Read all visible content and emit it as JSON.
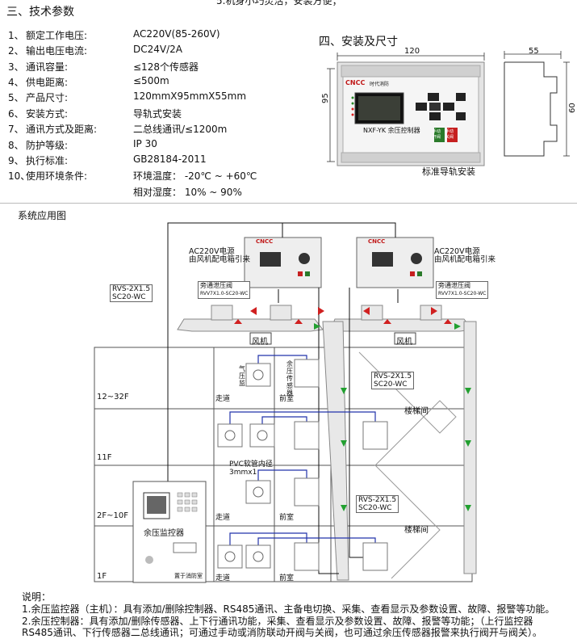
{
  "header": {
    "top_fragment": "5.机身小巧灵活，安装方便；",
    "section3_title": "三、技术参数",
    "section4_title": "四、安装及尺寸",
    "system_title": "系统应用图"
  },
  "specs": [
    {
      "num": "1、",
      "label": "额定工作电压:",
      "value": "AC220V(85-260V)"
    },
    {
      "num": "2、",
      "label": "输出电压电流:",
      "value": "DC24V/2A"
    },
    {
      "num": "3、",
      "label": "通讯容量:",
      "value": "≤128个传感器"
    },
    {
      "num": "4、",
      "label": "供电距离:",
      "value": "≤500m"
    },
    {
      "num": "5、",
      "label": "产品尺寸:",
      "value": "120mmX95mmX55mm"
    },
    {
      "num": "6、",
      "label": "安装方式:",
      "value": "导轨式安装"
    },
    {
      "num": "7、",
      "label": "通讯方式及距离:",
      "value": "二总线通讯/≤1200m"
    },
    {
      "num": "8、",
      "label": "防护等级:",
      "value": "IP 30"
    },
    {
      "num": "9、",
      "label": "执行标准:",
      "value": "GB28184-2011"
    },
    {
      "num": "10、",
      "label": "使用环境条件:",
      "value": "环境温度： -20℃ ~ +60℃"
    }
  ],
  "spec_extra": "相对湿度： 10% ~ 90%",
  "install": {
    "width_label": "120",
    "height_label": "95",
    "depth_label": "55",
    "side_height_label": "60",
    "caption": "标准导轨安装",
    "brand": "CNCC",
    "brand_sub": "时代消防",
    "device_name": "NXF-YK 余压控制器",
    "btn_auto": "手动开阀",
    "btn_close": "手动关阀"
  },
  "diagram": {
    "power_left": "AC220V电源",
    "power_left2": "由风机配电箱引来",
    "power_right": "AC220V电源",
    "power_right2": "由风机配电箱引来",
    "cable_left_1": "RVS-2X1.5",
    "cable_left_2": "SC20-WC",
    "valve_left": "旁通泄压阀",
    "valve_left_cable": "RVV7X1.0-SC20-WC",
    "valve_right": "旁通泄压阀",
    "valve_right_cable": "RVV7X1.0-SC20-WC",
    "fan_left": "风机",
    "fan_right": "风机",
    "sensor_label": "气压监",
    "sensor_label2": "余压传感器",
    "floor_top": "12~32F",
    "floor_11": "11F",
    "floor_2": "2F~10F",
    "floor_1": "1F",
    "corridor": "走道",
    "front_room": "前室",
    "stairwell": "楼梯间",
    "cable_mid_1": "RVS-2X1.5",
    "cable_mid_2": "SC20-WC",
    "pvc_1": "PVC软管内径",
    "pvc_2": "3mmx1",
    "cable_low_1": "RVS-2X1.5",
    "cable_low_2": "SC20-WC",
    "monitor": "余压监控器",
    "monitor_note": "置于消防室"
  },
  "notes": {
    "title": "说明：",
    "line1": "1.余压监控器（主机）：具有添加/删除控制器、RS485通讯、主备电切换、采集、查看显示及参数设置、故障、报警等功能。",
    "line2": "2.余压控制器：具有添加/删除传感器、上下行通讯功能，采集、查看显示及参数设置、故障、报警等功能；（上行监控器",
    "line3": "RS485通讯、下行传感器二总线通讯；可通过手动或消防联动开阀与关阀，也可通过余压传感器报警来执行阀开与阀关）。"
  }
}
